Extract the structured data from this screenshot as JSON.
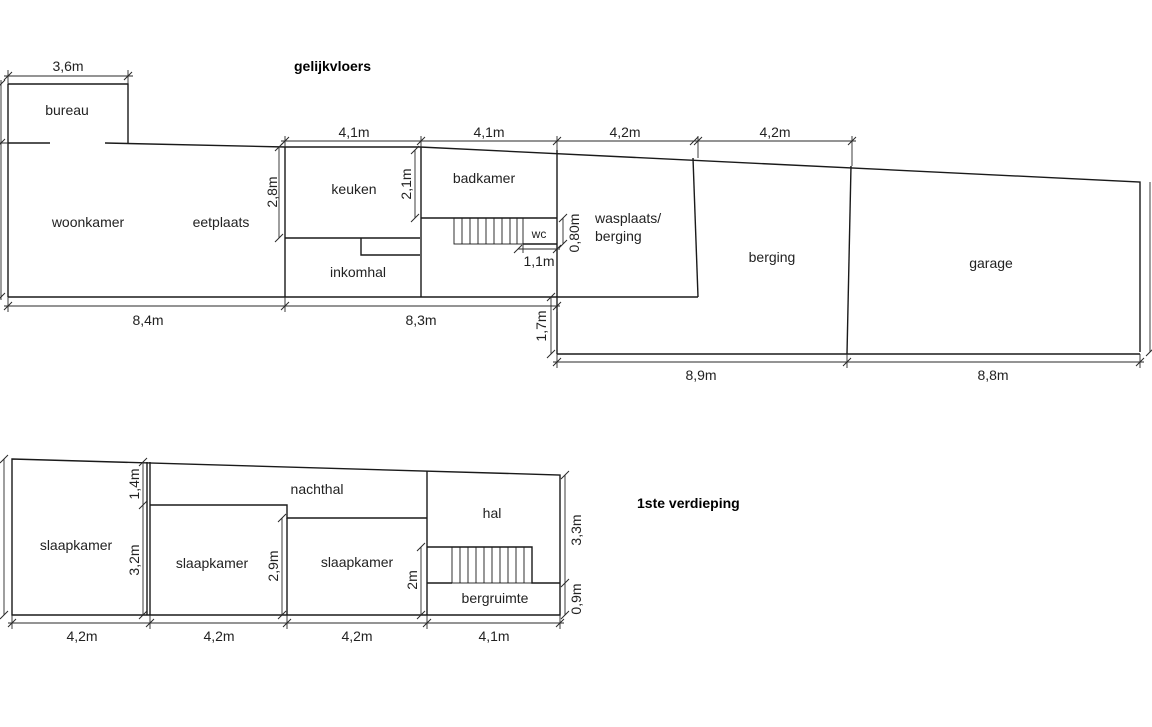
{
  "titles": {
    "ground": "gelijkvloers",
    "first": "1ste verdieping"
  },
  "ground_rooms": {
    "bureau": "bureau",
    "woonkamer": "woonkamer",
    "eetplaats": "eetplaats",
    "keuken": "keuken",
    "inkomhal": "inkomhal",
    "badkamer": "badkamer",
    "wc": "wc",
    "wasplaats_line1": "wasplaats/",
    "wasplaats_line2": "berging",
    "berging": "berging",
    "garage": "garage"
  },
  "ground_dims": {
    "bureau_width": "3,6m",
    "keuken_width": "4,1m",
    "badkamer_width": "4,1m",
    "wasplaats_width": "4,2m",
    "berging_width": "4,2m",
    "keuken_depth": "2,8m",
    "badkamer_depth": "2,1m",
    "wc_depth": "0,80m",
    "wc_width": "1,1m",
    "bottom_left": "8,4m",
    "bottom_mid": "8,3m",
    "offset": "1,7m",
    "bottom_right1": "8,9m",
    "bottom_right2": "8,8m"
  },
  "first_rooms": {
    "slaapkamer1": "slaapkamer",
    "slaapkamer2": "slaapkamer",
    "slaapkamer3": "slaapkamer",
    "nachthal": "nachthal",
    "hal": "hal",
    "bergruimte": "bergruimte"
  },
  "first_dims": {
    "nachthal_depth": "1,4m",
    "slaapkamer2_depth": "3,2m",
    "slaapkamer3_depth": "2,9m",
    "stair_depth": "2m",
    "hal_depth": "3,3m",
    "bergruimte_depth": "0,9m",
    "bottom1": "4,2m",
    "bottom2": "4,2m",
    "bottom3": "4,2m",
    "bottom4": "4,1m"
  }
}
